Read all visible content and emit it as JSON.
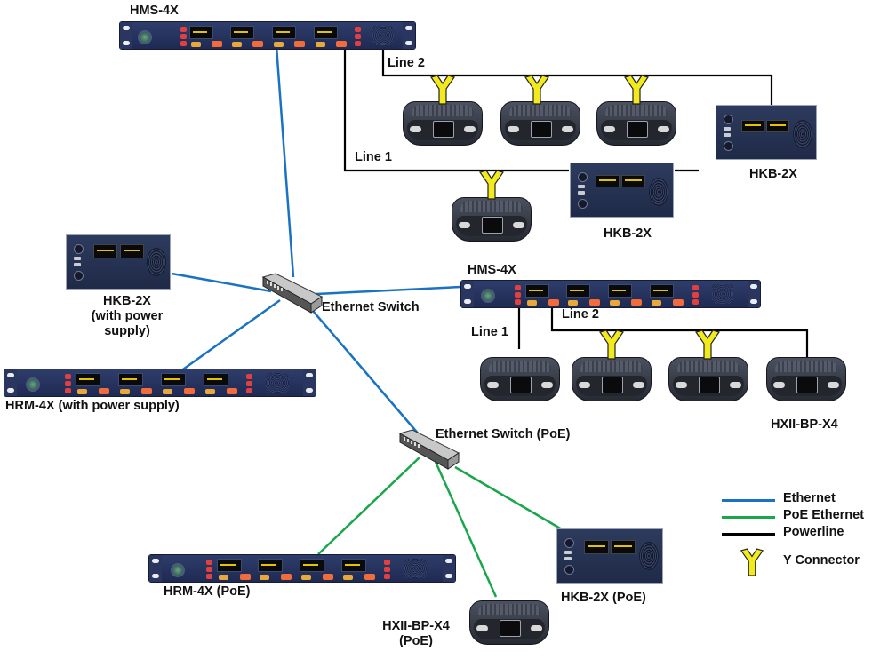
{
  "diagram": {
    "title": "",
    "colors": {
      "ethernet": "#1a73c2",
      "poe_ethernet": "#1aa64a",
      "powerline": "#000000",
      "y_connector_fill": "#f2ea1c",
      "y_connector_stroke": "#222222"
    },
    "devices": {
      "hms_top": {
        "label": "HMS-4X",
        "type": "rack-main-station"
      },
      "hms_mid": {
        "label": "HMS-4X",
        "type": "rack-main-station"
      },
      "hkb_top_right": {
        "label": "HKB-2X",
        "type": "keypanel"
      },
      "hkb_top_mid": {
        "label": "HKB-2X",
        "type": "keypanel"
      },
      "hkb_left": {
        "label_line1": "HKB-2X",
        "label_line2": "(with power",
        "label_line3": "supply)",
        "type": "keypanel"
      },
      "hrm_left": {
        "label": "HRM-4X (with power supply)",
        "type": "rack-remote-station"
      },
      "hrm_poe": {
        "label": "HRM-4X (PoE)",
        "type": "rack-remote-station"
      },
      "hkb_poe": {
        "label": "HKB-2X (PoE)",
        "type": "keypanel"
      },
      "hxii_poe": {
        "label_line1": "HXII-BP-X4",
        "label_line2": "(PoE)",
        "type": "beltpack"
      },
      "hxii_mid": {
        "label": "HXII-BP-X4",
        "type": "beltpack"
      },
      "switch_main": {
        "label": "Ethernet Switch",
        "type": "ethernet-switch"
      },
      "switch_poe": {
        "label": "Ethernet Switch (PoE)",
        "type": "ethernet-switch-poe"
      }
    },
    "line_labels": {
      "top_line2": "Line 2",
      "top_line1": "Line 1",
      "mid_line1": "Line 1",
      "mid_line2": "Line 2"
    },
    "connections": [
      {
        "from": "hms_top",
        "to": "switch_main",
        "type": "ethernet"
      },
      {
        "from": "hkb_left",
        "to": "switch_main",
        "type": "ethernet"
      },
      {
        "from": "hrm_left",
        "to": "switch_main",
        "type": "ethernet"
      },
      {
        "from": "hms_mid",
        "to": "switch_main",
        "type": "ethernet"
      },
      {
        "from": "switch_main",
        "to": "switch_poe",
        "type": "ethernet"
      },
      {
        "from": "switch_poe",
        "to": "hrm_poe",
        "type": "poe_ethernet"
      },
      {
        "from": "switch_poe",
        "to": "hxii_poe",
        "type": "poe_ethernet"
      },
      {
        "from": "switch_poe",
        "to": "hkb_poe",
        "type": "poe_ethernet"
      },
      {
        "from": "hms_top",
        "to": "top-line2 beltpacks (3 via Y) + HKB-2X",
        "type": "powerline"
      },
      {
        "from": "hms_top",
        "to": "top-line1 beltpack (via Y) + HKB-2X",
        "type": "powerline"
      },
      {
        "from": "hms_mid",
        "to": "mid-line1 beltpack",
        "type": "powerline"
      },
      {
        "from": "hms_mid",
        "to": "mid-line2 beltpacks (2 via Y) + HXII-BP-X4",
        "type": "powerline"
      }
    ],
    "legend": {
      "items": [
        {
          "label": "Ethernet",
          "kind": "line",
          "color": "#1a73c2"
        },
        {
          "label": "PoE Ethernet",
          "kind": "line",
          "color": "#1aa64a"
        },
        {
          "label": "Powerline",
          "kind": "line",
          "color": "#000000"
        },
        {
          "label": "Y Connector",
          "kind": "y-connector",
          "color": "#f2ea1c"
        }
      ]
    }
  }
}
